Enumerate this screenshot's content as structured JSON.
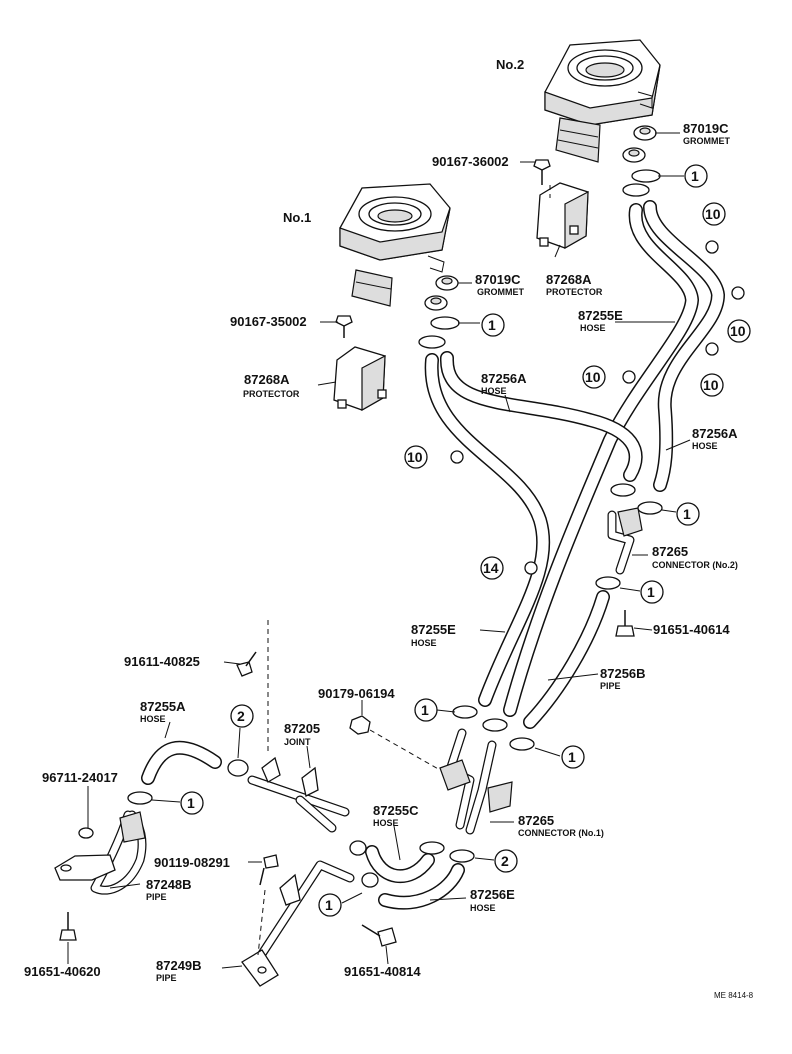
{
  "figure_code": "ME 8414-8",
  "assemblies": {
    "no1": "No.1",
    "no2": "No.2"
  },
  "ref_markers": {
    "m1": "1",
    "m2": "2",
    "m10": "10",
    "m14": "14"
  },
  "labels": {
    "grommet_top": {
      "part": "87019C",
      "name": "GROMMET"
    },
    "grommet_mid": {
      "part": "87019C",
      "name": "GROMMET"
    },
    "bolt_top": {
      "part": "90167-36002"
    },
    "bolt_mid": {
      "part": "90167-35002"
    },
    "protector_mid": {
      "part": "87268A",
      "name": "PROTECTOR"
    },
    "protector_left": {
      "part": "87268A",
      "name": "PROTECTOR"
    },
    "hose_255e_upper": {
      "part": "87255E",
      "name": "HOSE"
    },
    "hose_256a_center": {
      "part": "87256A",
      "name": "HOSE"
    },
    "hose_256a_right": {
      "part": "87256A",
      "name": "HOSE"
    },
    "connector_no2": {
      "part": "87265",
      "name": "CONNECTOR (No.2)"
    },
    "bolt_91651_right": {
      "part": "91651-40614"
    },
    "hose_255e_lower": {
      "part": "87255E",
      "name": "HOSE"
    },
    "hose_256b": {
      "part": "87256B",
      "name": "PIPE"
    },
    "bolt_91611": {
      "part": "91611-40825"
    },
    "nut_90179": {
      "part": "90179-06194"
    },
    "hose_255a": {
      "part": "87255A",
      "name": "HOSE"
    },
    "joint_87205": {
      "part": "87205",
      "name": "JOINT"
    },
    "clip_96711": {
      "part": "96711-24017"
    },
    "hose_255c": {
      "part": "87255C",
      "name": "HOSE"
    },
    "connector_no1": {
      "part": "87265",
      "name": "CONNECTOR (No.1)"
    },
    "bolt_90119": {
      "part": "90119-08291"
    },
    "pipe_248b": {
      "part": "87248B",
      "name": "PIPE"
    },
    "hose_256e": {
      "part": "87256E",
      "name": "HOSE"
    },
    "pipe_249b": {
      "part": "87249B",
      "name": "PIPE"
    },
    "bolt_91651_left": {
      "part": "91651-40620"
    },
    "bolt_91651_bottom": {
      "part": "91651-40814"
    }
  }
}
